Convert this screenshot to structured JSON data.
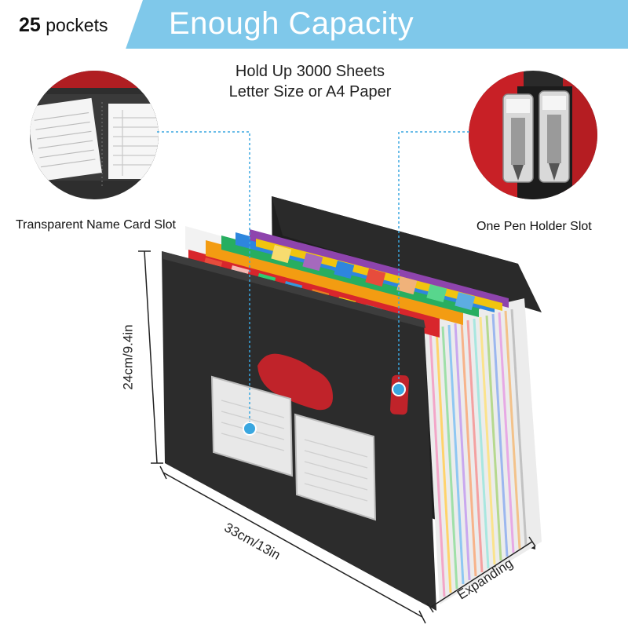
{
  "header": {
    "pocket_count": "25",
    "pocket_word": "pockets",
    "title": "Enough Capacity"
  },
  "capacity": {
    "line1": "Hold Up 3000 Sheets",
    "line2": "Letter Size or A4 Paper"
  },
  "callouts": {
    "name_card_slot": "Transparent Name Card Slot",
    "pen_holder_slot": "One Pen Holder Slot"
  },
  "dimensions": {
    "height": "24cm/9.4in",
    "width": "33cm/13in",
    "depth": "Expanding"
  },
  "colors": {
    "banner": "#7fc8ea",
    "accent_dot": "#3aa7e0",
    "folder": "#2b2b2b",
    "pocket_red": "#d8262c"
  }
}
